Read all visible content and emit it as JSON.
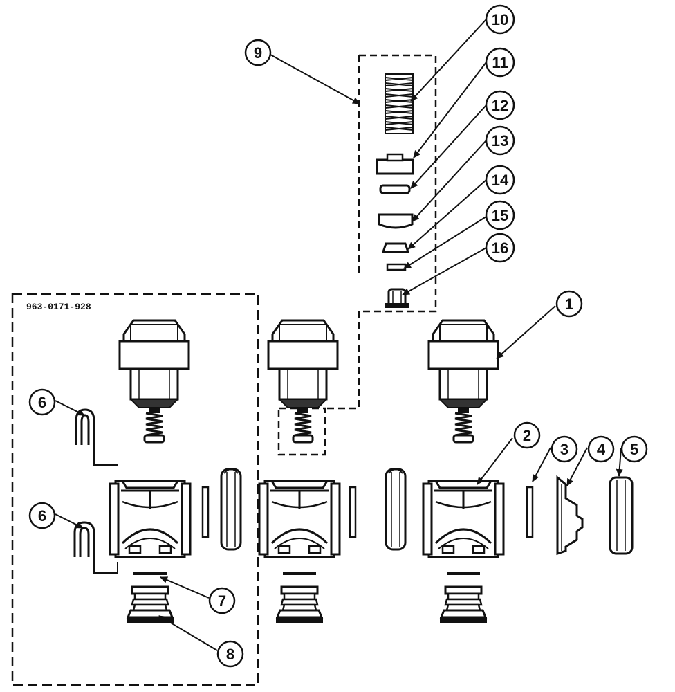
{
  "kit_label": "963-0171-928",
  "callouts": [
    "1",
    "2",
    "3",
    "4",
    "5",
    "6",
    "6",
    "7",
    "8",
    "9",
    "10",
    "11",
    "12",
    "13",
    "14",
    "15",
    "16"
  ],
  "colors": {
    "ink": "#111111",
    "paper": "#ffffff",
    "shade": "#555555"
  }
}
